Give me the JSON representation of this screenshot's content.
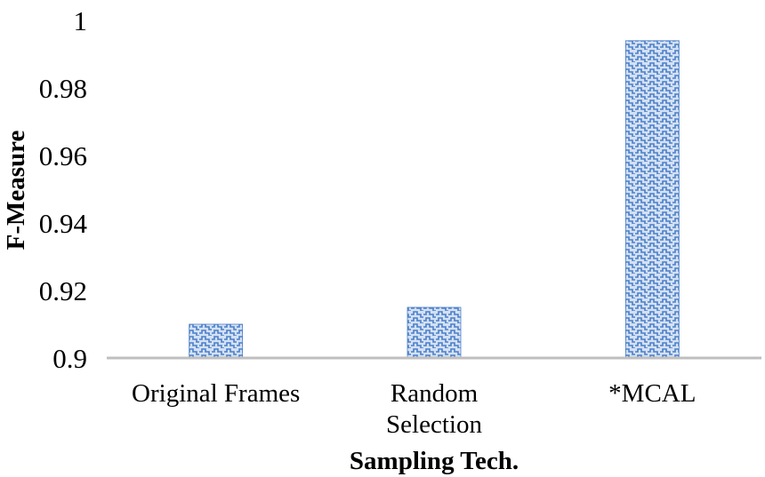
{
  "chart_data": {
    "type": "bar",
    "categories": [
      [
        "Original Frames"
      ],
      [
        "Random",
        "Selection"
      ],
      [
        "*MCAL"
      ]
    ],
    "values": [
      0.91,
      0.915,
      0.994
    ],
    "xlabel": "Sampling Tech.",
    "ylabel": "F-Measure",
    "ylim": [
      0.9,
      1.0
    ],
    "yticks": [
      "0.9",
      "0.92",
      "0.94",
      "0.96",
      "0.98",
      "1"
    ],
    "grid": false,
    "legend": "none",
    "colors": {
      "bar_fill": "#c9d9f0",
      "bar_pattern": "#4a7fc8",
      "axis": "#bfbfbf"
    }
  }
}
